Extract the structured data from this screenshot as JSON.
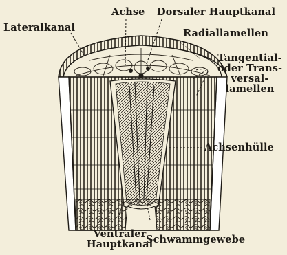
{
  "figure": {
    "labels": {
      "achse": "Achse",
      "dorsaler_hauptkanal": "Dorsaler Hauptkanal",
      "lateralkanal": "Lateralkanal",
      "radiallamellen": "Radiallamellen",
      "tangential_1": "Tangential-",
      "tangential_2": "oder Trans-",
      "tangential_3": "versal-",
      "tangential_4": "lamellen",
      "achsenhuelle": "Achsenhülle",
      "ventraler_1": "Ventraler",
      "ventraler_2": "Hauptkanal",
      "schwammgewebe": "Schwammgewebe"
    }
  }
}
